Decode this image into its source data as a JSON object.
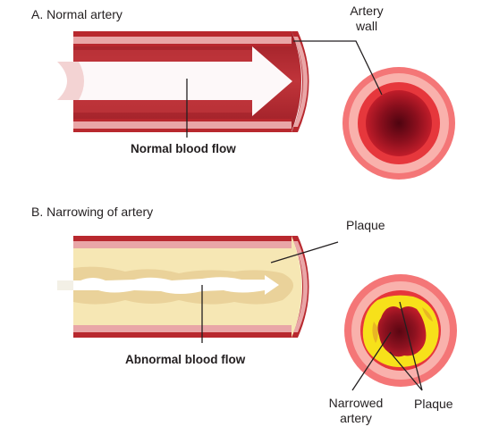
{
  "section_a": {
    "title": "A. Normal artery",
    "flow_label": "Normal blood flow",
    "wall_label_line1": "Artery",
    "wall_label_line2": "wall"
  },
  "section_b": {
    "title": "B. Narrowing of artery",
    "flow_label": "Abnormal blood flow",
    "plaque_label": "Plaque",
    "narrowed_label_line1": "Narrowed",
    "narrowed_label_line2": "artery",
    "plaque_label_2": "Plaque"
  },
  "colors": {
    "artery_wall_dark": "#b8282e",
    "artery_wall_light": "#e9a6a7",
    "lumen_red": "#b42a31",
    "plaque": "#f6e7b4",
    "plaque_deep": "#e9cf8f",
    "cross_yellow": "#f7e11a",
    "blood_dark": "#6d0a17",
    "ring_pink": "#f47677"
  }
}
